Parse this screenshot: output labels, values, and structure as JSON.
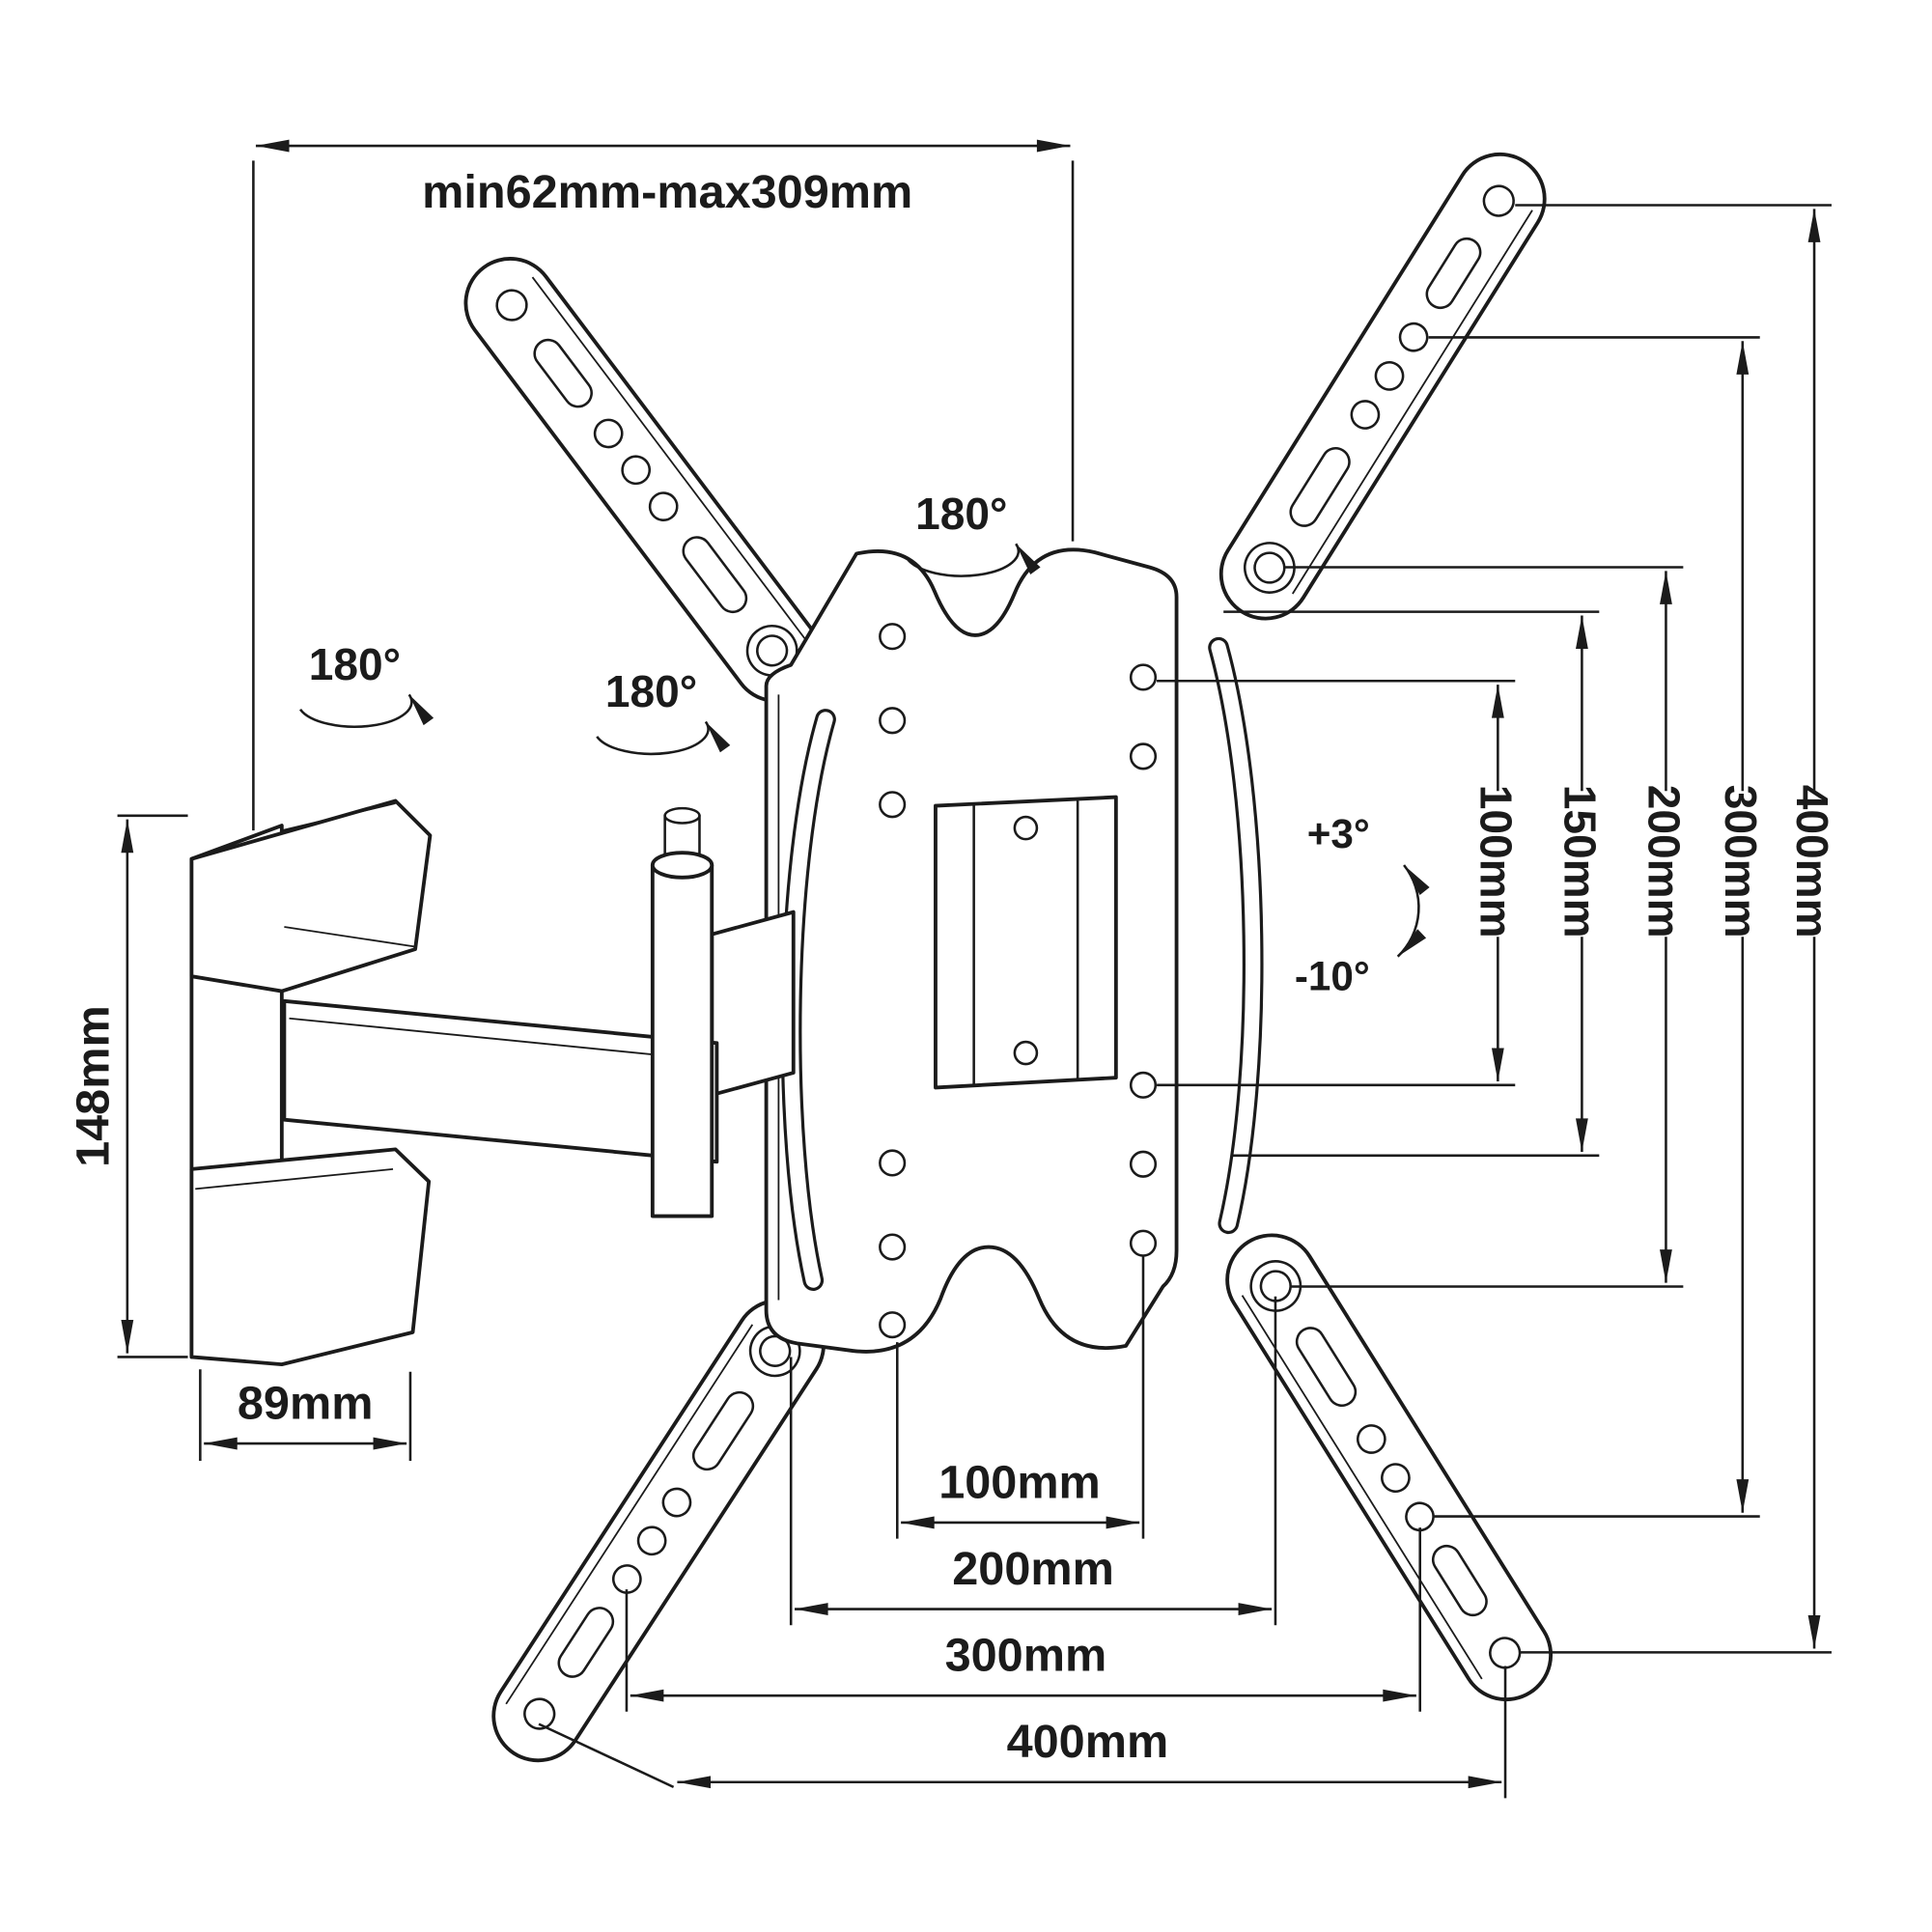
{
  "diagram": {
    "colors": {
      "line": "#1b1b1b",
      "background": "#ffffff"
    },
    "top_dimension": "min62mm-max309mm",
    "left_dimension": "148mm",
    "depth_dimension": "89mm",
    "swivel_plate": "180°",
    "swivel_wall": "180°",
    "swivel_elbow": "180°",
    "tilt_up": "+3°",
    "tilt_down": "-10°",
    "vesa_vertical": [
      "100mm",
      "150mm",
      "200mm",
      "300mm",
      "400mm"
    ],
    "vesa_horizontal": [
      "100mm",
      "200mm",
      "300mm",
      "400mm"
    ]
  }
}
